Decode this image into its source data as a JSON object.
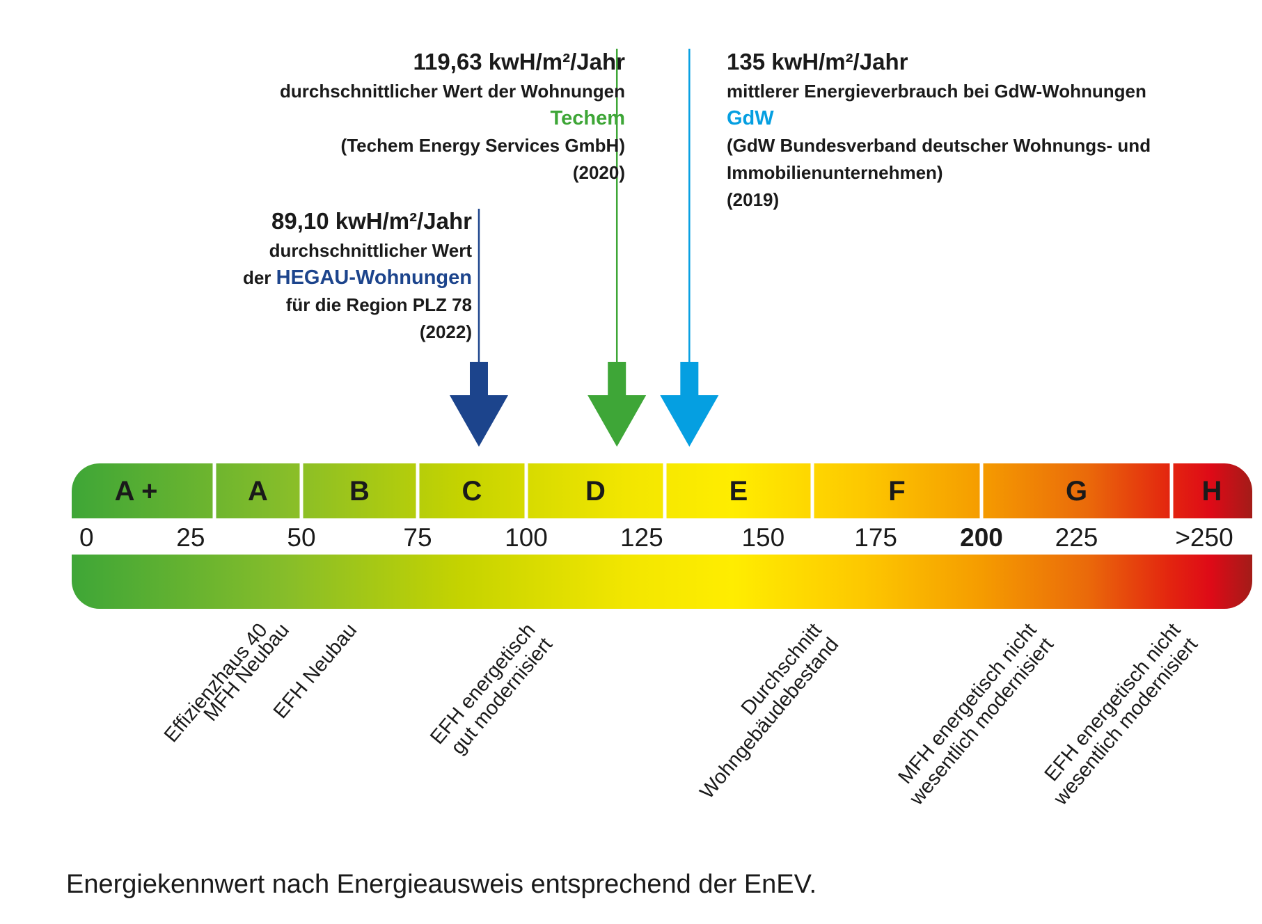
{
  "colors": {
    "hegau_blue": "#1c448c",
    "techem_green": "#3ea637",
    "gdw_cyan": "#059fe1",
    "text": "#1a1a1a"
  },
  "annotations": [
    {
      "id": "techem",
      "value_text": "119,63 kwH/m²/Jahr",
      "lines": [
        "durchschnittlicher Wert der Wohnungen"
      ],
      "source": "Techem",
      "detail": [
        "(Techem Energy Services GmbH)",
        "(2020)"
      ]
    },
    {
      "id": "gdw",
      "value_text": "135 kwH/m²/Jahr",
      "lines": [
        "mittlerer Energieverbrauch bei GdW-Wohnungen"
      ],
      "source": "GdW",
      "detail": [
        "(GdW Bundesverband deutscher Wohnungs- und",
        "Immobilienunternehmen)",
        "(2019)"
      ]
    },
    {
      "id": "hegau",
      "value_text": "89,10 kwH/m²/Jahr",
      "lines": [
        "durchschnittlicher Wert"
      ],
      "source_prefix": "der ",
      "source": "HEGAU-Wohnungen",
      "detail": [
        "für die Region PLZ 78",
        "(2022)"
      ]
    }
  ],
  "caption": "Energiekennwert nach Energieausweis entsprechend der EnEV.",
  "chart_data": {
    "type": "scale",
    "classes": [
      {
        "label": "A +",
        "from": 0,
        "to": 30
      },
      {
        "label": "A",
        "from": 30,
        "to": 50
      },
      {
        "label": "B",
        "from": 50,
        "to": 75
      },
      {
        "label": "C",
        "from": 75,
        "to": 100
      },
      {
        "label": "D",
        "from": 100,
        "to": 130
      },
      {
        "label": "E",
        "from": 130,
        "to": 160
      },
      {
        "label": "F",
        "from": 160,
        "to": 200
      },
      {
        "label": "G",
        "from": 200,
        "to": 250
      },
      {
        "label": "H",
        "from": 250,
        "to": 260
      }
    ],
    "ticks": [
      {
        "label": "0",
        "value": 0
      },
      {
        "label": "25",
        "value": 25
      },
      {
        "label": "50",
        "value": 50
      },
      {
        "label": "75",
        "value": 75
      },
      {
        "label": "100",
        "value": 100
      },
      {
        "label": "125",
        "value": 125
      },
      {
        "label": "150",
        "value": 150
      },
      {
        "label": "175",
        "value": 175
      },
      {
        "label": "200",
        "value": 200
      },
      {
        "label": "225",
        "value": 225
      },
      {
        "label": ">250",
        "value": 250
      }
    ],
    "markers": [
      {
        "id": "hegau",
        "value": 89.1,
        "color": "#1c448c"
      },
      {
        "id": "techem",
        "value": 119.63,
        "color": "#3ea637"
      },
      {
        "id": "gdw",
        "value": 135,
        "color": "#059fe1"
      }
    ],
    "references": [
      {
        "lines": [
          "Effizienzhaus 40"
        ],
        "value": 40
      },
      {
        "lines": [
          "MFH Neubau"
        ],
        "value": 45
      },
      {
        "lines": [
          "EFH Neubau"
        ],
        "value": 60
      },
      {
        "lines": [
          "EFH energetisch",
          "gut modernisiert"
        ],
        "value": 100
      },
      {
        "lines": [
          "Durchschnitt",
          "Wohngebäudebestand"
        ],
        "value": 160
      },
      {
        "lines": [
          "MFH energetisch nicht",
          "wesentlich modernisiert"
        ],
        "value": 212
      },
      {
        "lines": [
          "EFH energetisch nicht",
          "wesentlich modernisiert"
        ],
        "value": 250
      }
    ]
  }
}
